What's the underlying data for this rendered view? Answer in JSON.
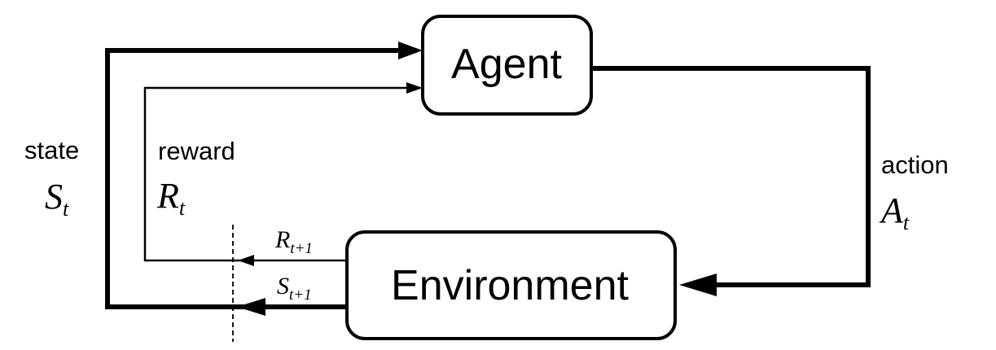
{
  "diagram": {
    "agent_label": "Agent",
    "environment_label": "Environment",
    "state": {
      "word": "state",
      "symbol": "S",
      "subscript": "t"
    },
    "reward": {
      "word": "reward",
      "symbol": "R",
      "subscript": "t"
    },
    "action": {
      "word": "action",
      "symbol": "A",
      "subscript": "t"
    },
    "next_reward": {
      "symbol": "R",
      "subscript": "t+1"
    },
    "next_state": {
      "symbol": "S",
      "subscript": "t+1"
    }
  }
}
